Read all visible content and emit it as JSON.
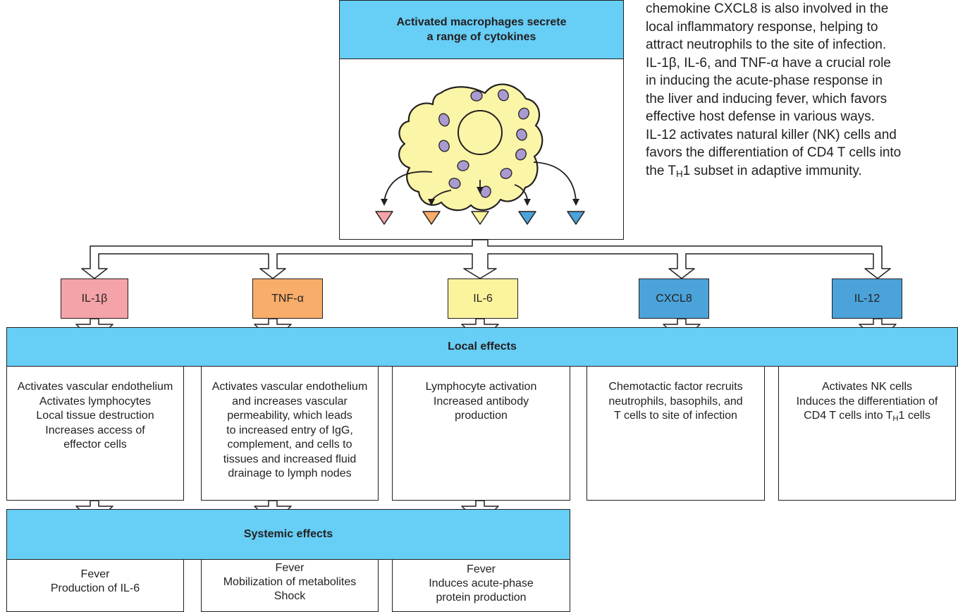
{
  "title": {
    "line1": "Activated macrophages secrete",
    "line2": "a range of cytokines"
  },
  "caption": {
    "lines": [
      "chemokine CXCL8 is also involved in the",
      "local inflammatory response, helping to",
      "attract neutrophils to the site of infection.",
      "IL-1β, IL-6, and TNF-α have a crucial role",
      "in inducing the acute-phase response in",
      "the liver and inducing fever, which favors",
      "effective host defense in various ways.",
      "IL-12 activates natural killer (NK) cells and",
      "favors the differentiation of CD4 T cells into"
    ],
    "last_pre": "the T",
    "last_sub": "H",
    "last_post": "1 subset in adaptive immunity."
  },
  "cytokines": [
    {
      "label": "IL-1β",
      "color": "#f4a3a8"
    },
    {
      "label": "TNF-α",
      "color": "#f8ad6b"
    },
    {
      "label": "IL-6",
      "color": "#fbf49d"
    },
    {
      "label": "CXCL8",
      "color": "#4ba3d9"
    },
    {
      "label": "IL-12",
      "color": "#4ba3d9"
    }
  ],
  "local_effects": {
    "title": "Local effects",
    "il1b": [
      "Activates vascular endothelium",
      "Activates lymphocytes",
      "Local tissue destruction",
      "Increases access of",
      "effector cells"
    ],
    "tnfa": [
      "Activates vascular endothelium",
      "and increases vascular",
      "permeability, which leads",
      "to increased entry of IgG,",
      "complement, and cells to",
      "tissues and increased fluid",
      "drainage to lymph nodes"
    ],
    "il6": [
      "Lymphocyte activation",
      "Increased antibody",
      "production"
    ],
    "cxcl8": [
      "Chemotactic factor recruits",
      "neutrophils, basophils, and",
      "T cells to site of infection"
    ],
    "il12": {
      "line1": "Activates NK cells",
      "line2": "Induces the differentiation of",
      "line3_pre": "CD4 T cells into T",
      "line3_sub": "H",
      "line3_post": "1 cells"
    }
  },
  "systemic_effects": {
    "title": "Systemic effects",
    "il1b": [
      "Fever",
      "Production of IL-6"
    ],
    "tnfa": [
      "Fever",
      "Mobilization of metabolites",
      "Shock"
    ],
    "il6": [
      "Fever",
      "Induces acute-phase",
      "protein production"
    ]
  },
  "colors": {
    "banner": "#67cef5",
    "cell_fill": "#fbf5a8",
    "vesicle": "#a99bd0",
    "outline": "#231f20"
  }
}
